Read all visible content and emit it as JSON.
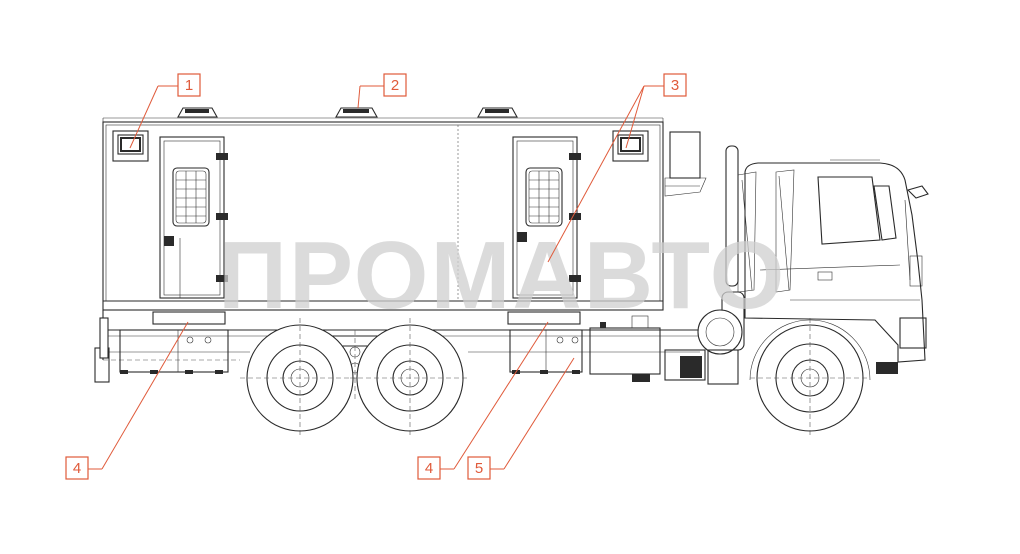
{
  "watermark": {
    "text": "ПРОМАВТО"
  },
  "callouts": [
    {
      "id": "c1",
      "label": "1"
    },
    {
      "id": "c2",
      "label": "2"
    },
    {
      "id": "c3",
      "label": "3"
    },
    {
      "id": "c4a",
      "label": "4"
    },
    {
      "id": "c4b",
      "label": "4"
    },
    {
      "id": "c5",
      "label": "5"
    }
  ],
  "colors": {
    "callout": "#e05a3a",
    "line": "#2a2a2a",
    "watermark": "#cfcfcf"
  }
}
